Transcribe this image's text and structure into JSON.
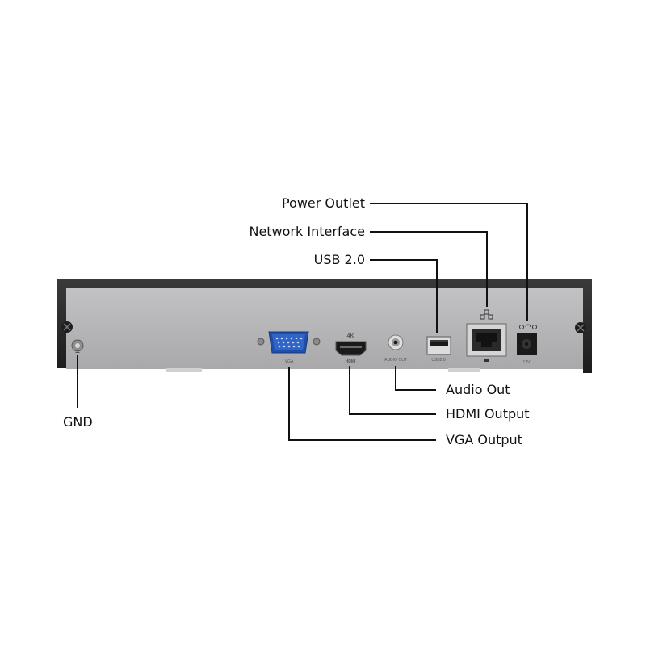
{
  "callouts": {
    "power_outlet": "Power Outlet",
    "network_interface": "Network Interface",
    "usb": "USB 2.0",
    "audio_out": "Audio Out",
    "hdmi_output": "HDMI Output",
    "vga_output": "VGA Output",
    "gnd": "GND"
  },
  "port_labels": {
    "vga": "VGA",
    "hdmi_res": "4K",
    "hdmi": "HDMI",
    "audio_out": "AUDIO OUT",
    "usb": "USB2.0",
    "power": "12V"
  },
  "colors": {
    "chassis_frame": "#2a2a2a",
    "chassis_panel": "#b4b4b6",
    "vga_port": "#2f64c8",
    "leader_line": "#111111"
  }
}
